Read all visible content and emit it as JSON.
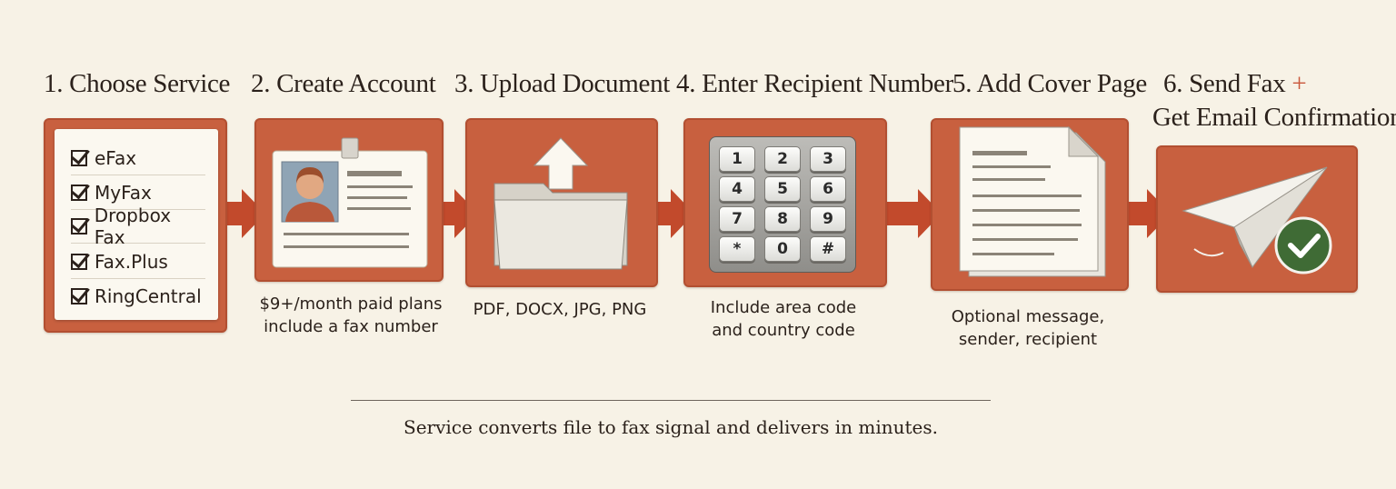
{
  "steps": [
    {
      "title": "1. Choose Service",
      "services": [
        "eFax",
        "MyFax",
        "Dropbox Fax",
        "Fax.Plus",
        "RingCentral"
      ],
      "caption": []
    },
    {
      "title": "2. Create Account",
      "caption": [
        "$9+/month paid plans",
        "include a fax number"
      ]
    },
    {
      "title": "3. Upload Document",
      "caption": [
        "PDF, DOCX, JPG, PNG"
      ]
    },
    {
      "title": "4. Enter Recipient Number",
      "keypad": [
        "1",
        "2",
        "3",
        "4",
        "5",
        "6",
        "7",
        "8",
        "9",
        "*",
        "0",
        "#"
      ],
      "caption": [
        "Include area code",
        "and country code"
      ]
    },
    {
      "title": "5. Add Cover Page",
      "caption": [
        "Optional message,",
        "sender, recipient"
      ]
    },
    {
      "title": "6. Send Fax",
      "title_plus": "+",
      "title_line2": "Get Email Confirmation",
      "caption": []
    }
  ],
  "footer": "Service converts file to fax signal and delivers in minutes.",
  "colors": {
    "panel": "#c8603f",
    "arrow": "#c24a2c",
    "background": "#f7f2e6",
    "check_badge": "#3f6b35"
  }
}
